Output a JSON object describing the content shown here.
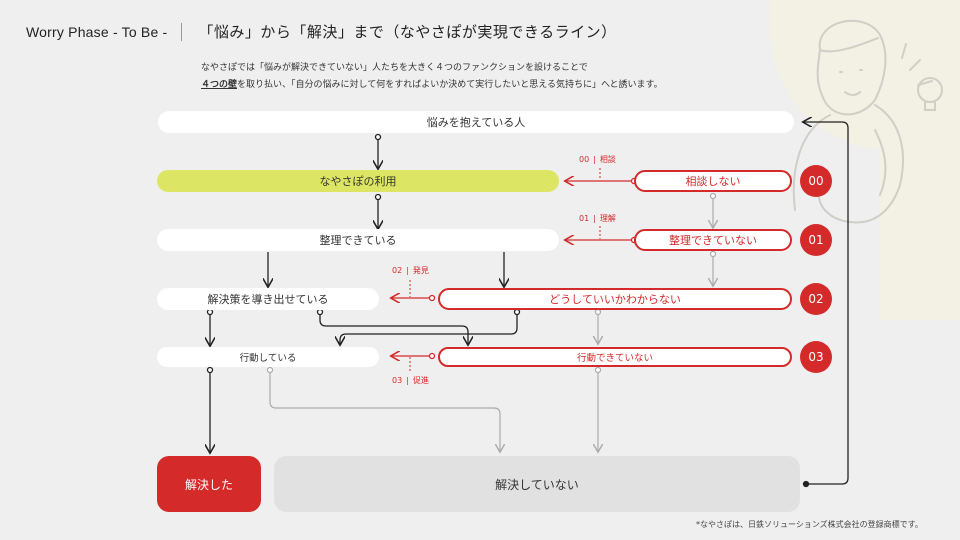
{
  "header": {
    "title_en": "Worry Phase - To Be -",
    "title_jp": "「悩み」から「解決」まで（なやさぽが実現できるライン）"
  },
  "description": {
    "line1": "なやさぽでは「悩みが解決できていない」人たちを大きく４つのファンクションを設けることで",
    "line2_strong": "４つの壁",
    "line2_rest": "を取り払い、「自分の悩みに対して何をすればよいか決めて実行したいと思える気持ちに」へと誘います。"
  },
  "nodes": {
    "start": "悩みを抱えている人",
    "use_service": "なやさぽの利用",
    "organized": "整理できている",
    "solution_found": "解決策を導き出せている",
    "acting": "行動している",
    "no_consult": "相談しない",
    "not_organized": "整理できていない",
    "dont_know": "どうしていいかわからない",
    "not_acting": "行動できていない",
    "solved": "解決した",
    "not_solved": "解決していない"
  },
  "functions": [
    {
      "num": "00",
      "name": "相談"
    },
    {
      "num": "01",
      "name": "理解"
    },
    {
      "num": "02",
      "name": "発見"
    },
    {
      "num": "03",
      "name": "促進"
    }
  ],
  "badges": [
    "00",
    "01",
    "02",
    "03"
  ],
  "footnote": "*なやさぽは、日鉄ソリューションズ株式会社の登録商標です。",
  "colors": {
    "accent_red": "#d42a2a",
    "highlight_yellow": "#dde564",
    "neutral_gray": "#e1e1e1",
    "background": "#efefef"
  },
  "icons": [
    "person-thinking-illustration",
    "lightbulb-icon"
  ]
}
